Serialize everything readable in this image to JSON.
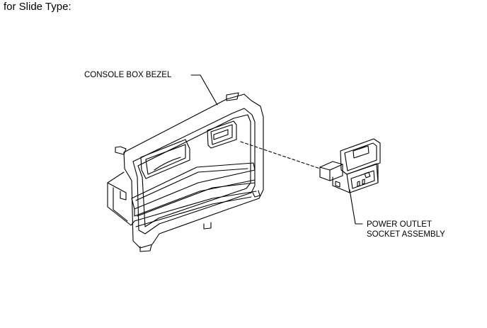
{
  "heading": "for Slide Type:",
  "labels": {
    "bezel": "CONSOLE BOX BEZEL",
    "socket_line1": "POWER OUTLET",
    "socket_line2": "SOCKET ASSEMBLY"
  }
}
